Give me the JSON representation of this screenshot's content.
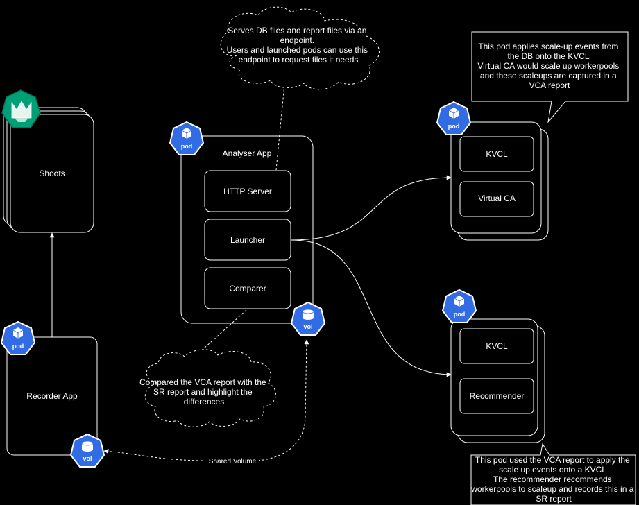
{
  "nodes": {
    "shoots": "Shoots",
    "recorder_app": "Recorder App",
    "analyser_app": "Analyser App",
    "http_server": "HTTP Server",
    "launcher": "Launcher",
    "comparer": "Comparer",
    "kvcl_top": "KVCL",
    "virtual_ca": "Virtual CA",
    "kvcl_bottom": "KVCL",
    "recommender": "Recommender"
  },
  "badges": {
    "pod": "pod",
    "vol": "vol"
  },
  "edges": {
    "shared_volume": "Shared Volume"
  },
  "notes": {
    "http_cloud": [
      "Serves DB files and report files via an",
      "endpoint.",
      "Users and launched pods can use this",
      "endpoint to request files it needs"
    ],
    "comparer_cloud": [
      "Compared the VCA report with the",
      "SR report and highlight the",
      "differences"
    ],
    "top_pod_note": [
      "This pod applies scale-up events from",
      "the DB onto the KVCL",
      "Virtual CA would scale up workerpools",
      "and these scaleups are captured in a",
      "VCA report"
    ],
    "bottom_pod_note": [
      "This pod used the VCA report to apply the",
      "scale up events onto a KVCL",
      "The recommender recommends",
      "workerpools to scaleup and records this in a",
      "SR report"
    ]
  },
  "colors": {
    "background": "#000000",
    "stroke": "#ffffff",
    "kubernetes_blue": "#326ce5",
    "gardener_green": "#009f76"
  },
  "icons": [
    "pod-icon",
    "volume-icon",
    "gardener-logo-icon"
  ]
}
